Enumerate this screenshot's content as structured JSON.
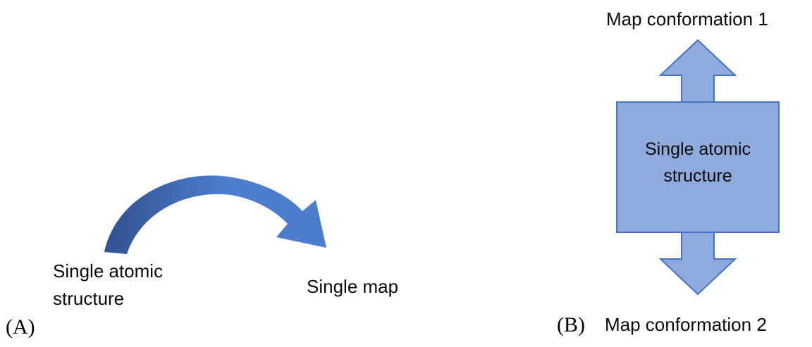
{
  "figure": {
    "panel_a": {
      "label": "(A)",
      "source_text": "Single atomic structure",
      "target_text": "Single map",
      "arrow": "curved-arrow-from-structure-to-map"
    },
    "panel_b": {
      "label": "(B)",
      "top_text": "Map conformation 1",
      "center_text": "Single atomic structure",
      "bottom_text": "Map conformation 2",
      "arrow": "double-headed-vertical-arrow-through-box"
    },
    "colors": {
      "arrow_dark": "#31508f",
      "arrow_light": "#4d7dcd",
      "shape_fill": "#8faadc",
      "shape_border": "#4472c4"
    }
  }
}
